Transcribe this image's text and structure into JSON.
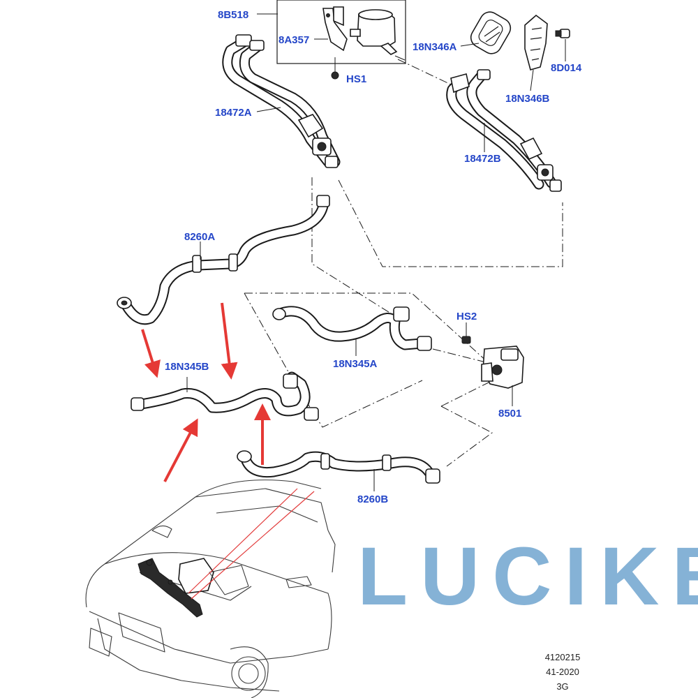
{
  "parts": {
    "p_8b518": "8B518",
    "p_8a357": "8A357",
    "p_hs1": "HS1",
    "p_18n346a": "18N346A",
    "p_8d014": "8D014",
    "p_18n346b": "18N346B",
    "p_18472a": "18472A",
    "p_18472b": "18472B",
    "p_8260a": "8260A",
    "p_hs2": "HS2",
    "p_18n345b": "18N345B",
    "p_18n345a": "18N345A",
    "p_8501": "8501",
    "p_8260b": "8260B"
  },
  "brand": "LUCIKE",
  "reference": {
    "line1": "4120215",
    "line2": "41-2020",
    "line3": "3G"
  },
  "colors": {
    "label": "#2446c8",
    "arrow": "#e53935",
    "brand": "#85b2d6"
  }
}
